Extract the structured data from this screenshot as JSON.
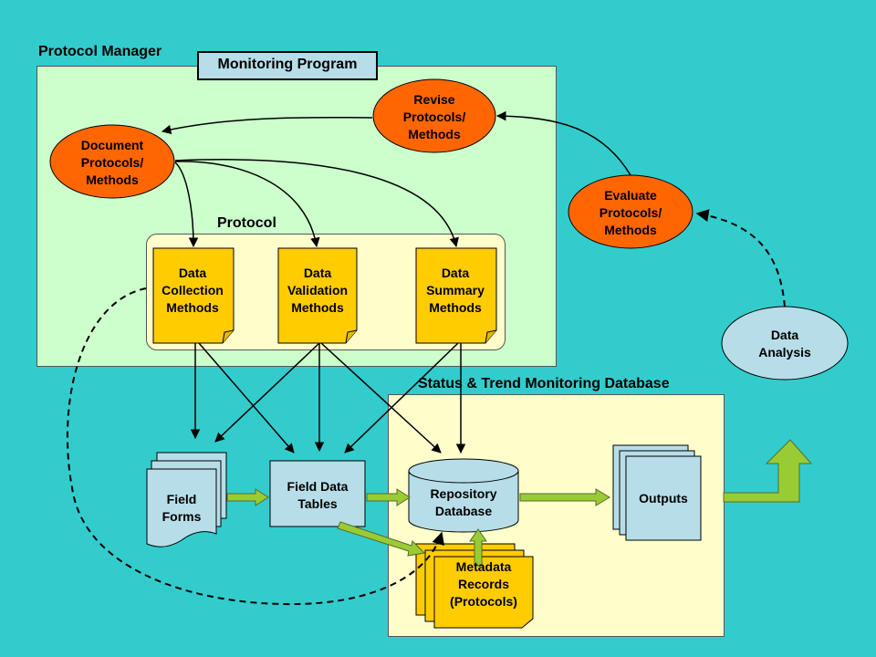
{
  "titles": {
    "protocol_manager": "Protocol Manager",
    "monitoring_program": "Monitoring Program",
    "protocol": "Protocol",
    "database": "Status & Trend Monitoring Database"
  },
  "nodes": {
    "revise": [
      "Revise",
      "Protocols/",
      "Methods"
    ],
    "document": [
      "Document",
      "Protocols/",
      "Methods"
    ],
    "evaluate": [
      "Evaluate",
      "Protocols/",
      "Methods"
    ],
    "data_analysis": [
      "Data",
      "Analysis"
    ],
    "data_collection": [
      "Data",
      "Collection",
      "Methods"
    ],
    "data_validation": [
      "Data",
      "Validation",
      "Methods"
    ],
    "data_summary": [
      "Data",
      "Summary",
      "Methods"
    ],
    "field_forms": [
      "Field",
      "Forms"
    ],
    "field_data_tables": [
      "Field Data",
      "Tables"
    ],
    "repository": [
      "Repository",
      "Database"
    ],
    "outputs": [
      "Outputs"
    ],
    "metadata": [
      "Metadata",
      "Records",
      "(Protocols)"
    ]
  },
  "colors": {
    "background": "#33cccc",
    "manager_panel": "#ccffcc",
    "database_panel": "#ffffcc",
    "protocol_panel": "#ffffcc",
    "ellipse_orange": "#ff6600",
    "method_doc": "#ffcc00",
    "light_blue": "#b7dde8",
    "green_arrow": "#99cc33"
  }
}
